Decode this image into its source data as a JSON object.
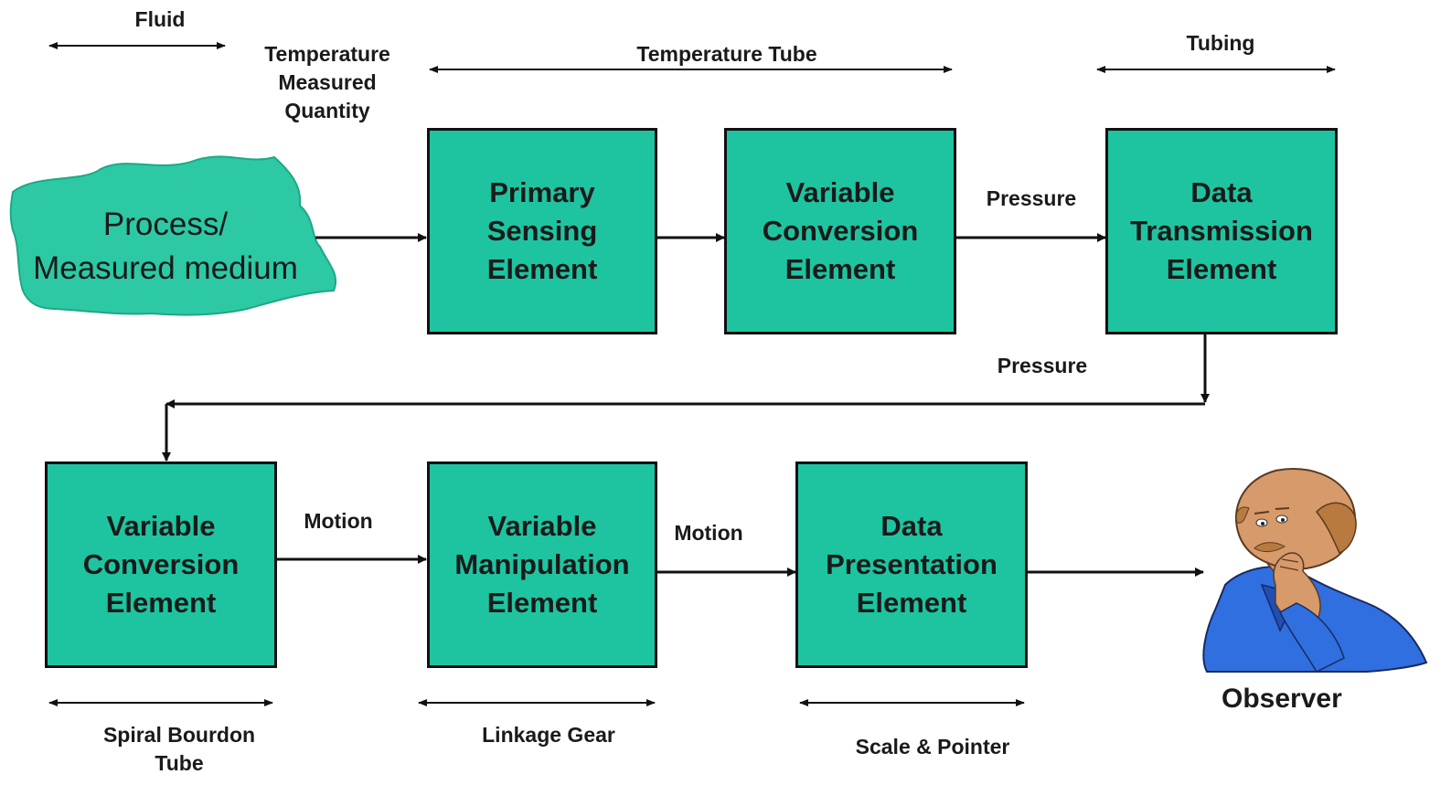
{
  "colors": {
    "box_fill": "#1ec4a0",
    "blob_fill": "#2cc9a4",
    "line": "#111111",
    "observer_shirt": "#2f6fe0",
    "observer_skin": "#d79a6a"
  },
  "process": {
    "label": "Process/\nMeasured medium"
  },
  "top_labels": {
    "fluid": "Fluid",
    "quantity": "Temperature\nMeasured\nQuantity",
    "temperature_tube": "Temperature Tube",
    "tubing": "Tubing"
  },
  "signals": {
    "pressure_1": "Pressure",
    "pressure_2": "Pressure",
    "motion_1": "Motion",
    "motion_2": "Motion"
  },
  "boxes": {
    "primary_sensing": "Primary\nSensing\nElement",
    "variable_conversion_top": "Variable\nConversion\nElement",
    "data_transmission": "Data\nTransmission\nElement",
    "variable_conversion_bottom": "Variable\nConversion\nElement",
    "variable_manipulation": "Variable\nManipulation\nElement",
    "data_presentation": "Data\nPresentation\nElement"
  },
  "bottom_labels": {
    "spiral_bourdon": "Spiral Bourdon\nTube",
    "linkage_gear": "Linkage Gear",
    "scale_pointer": "Scale & Pointer"
  },
  "observer": {
    "label": "Observer",
    "icon": "thinking-man-icon"
  }
}
